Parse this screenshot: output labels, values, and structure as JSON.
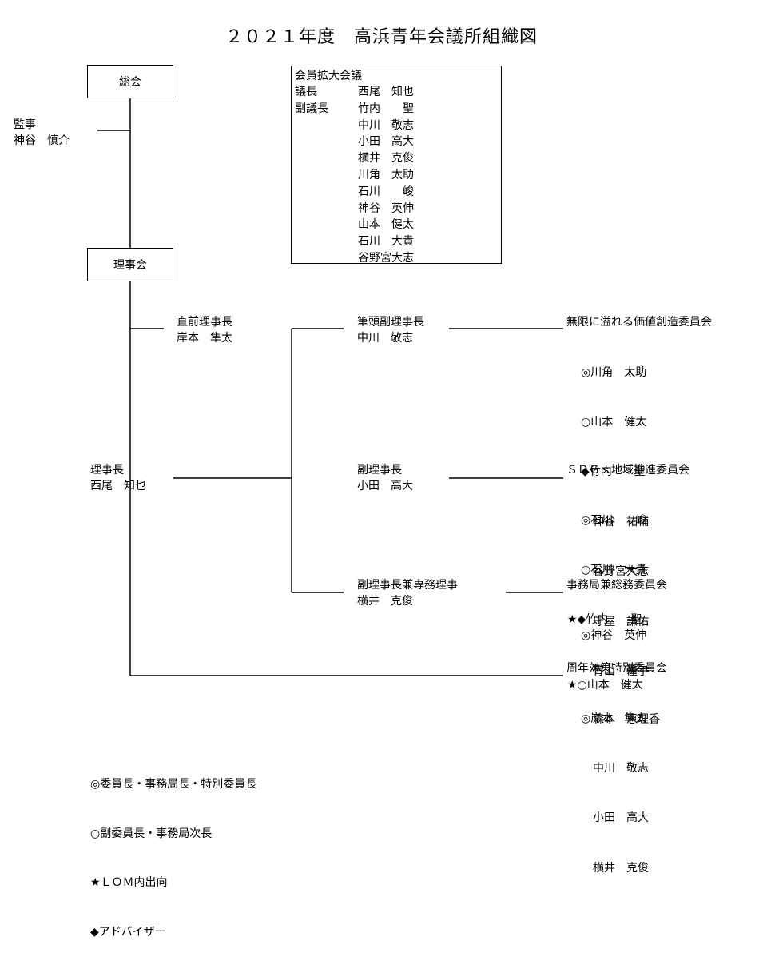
{
  "title": "２０２１年度　高浜青年会議所組織図",
  "general_assembly": "総会",
  "auditor": {
    "role": "監事",
    "name": "神谷　慎介"
  },
  "board": "理事会",
  "expanded_council": {
    "title": "会員拡大会議",
    "chair_role": "議長",
    "chair_name": "西尾　知也",
    "vice_role": "副議長",
    "members": [
      "竹内　　聖",
      "中川　敬志",
      "小田　高大",
      "横井　克俊",
      "川角　太助",
      "石川　　峻",
      "神谷　英伸",
      "山本　健太",
      "石川　大貴",
      "谷野宮大志"
    ]
  },
  "past_president": {
    "role": "直前理事長",
    "name": "岸本　隼太"
  },
  "president": {
    "role": "理事長",
    "name": "西尾　知也"
  },
  "vice_presidents": [
    {
      "role": "筆頭副理事長",
      "name": "中川　敬志"
    },
    {
      "role": "副理事長",
      "name": "小田　高大"
    },
    {
      "role": "副理事長兼専務理事",
      "name": "横井　克俊"
    }
  ],
  "committees": [
    {
      "name": "無限に溢れる価値創造委員会",
      "members": [
        "◎川角　太助",
        "○山本　健太",
        "◆竹内　　聖",
        "神谷　祐輔",
        "谷野宮大志",
        "守屋　謙佑",
        "青山　憧子"
      ]
    },
    {
      "name": "ＳＤＧｓ地域推進委員会",
      "members": [
        "◎石川　　峻",
        "○石川　大貴",
        "★◆竹内　　聖",
        "村上　嘉一",
        "森本　恵理香"
      ]
    },
    {
      "name": "事務局兼総務委員会",
      "members": [
        "◎神谷　英伸",
        "★○山本　健太"
      ]
    },
    {
      "name": "周年対策特別委員会",
      "members": [
        "◎岸本　隼太",
        "中川　敬志",
        "小田　高大",
        "横井　克俊"
      ]
    }
  ],
  "legend": [
    "◎委員長・事務局長・特別委員長",
    "○副委員長・事務局次長",
    "★ＬＯＭ内出向",
    "◆アドバイザー"
  ]
}
